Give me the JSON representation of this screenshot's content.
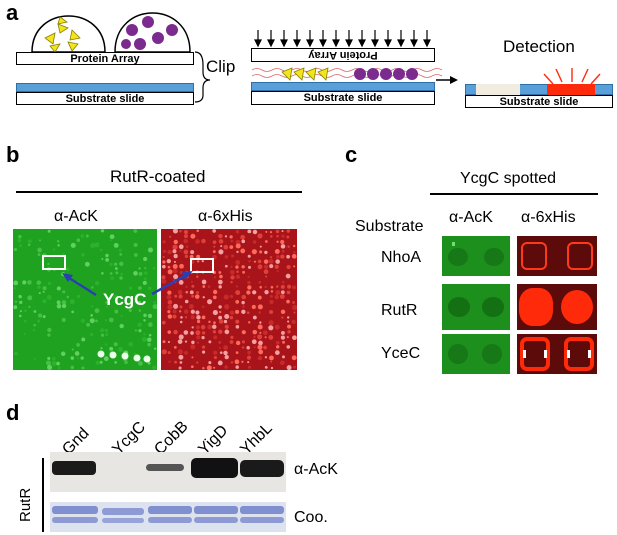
{
  "panel_labels": {
    "a": "a",
    "b": "b",
    "c": "c",
    "d": "d"
  },
  "panel_a": {
    "protein_array": "Protein Array",
    "substrate_slide": "Substrate slide",
    "clip": "Clip",
    "detection": "Detection",
    "colors": {
      "slide_blue": "#5aa0d8",
      "yellow": "#f2e51c",
      "purple": "#7b2a8e",
      "red": "#ff2a0a",
      "beige": "#f1ece0"
    }
  },
  "panel_b": {
    "title": "RutR-coated",
    "left_label": "α-AcK",
    "right_label": "α-6xHis",
    "callout": "YcgC",
    "colors": {
      "green": "#1fa21f",
      "red": "#b5171b",
      "arrow": "#2a3fb3"
    }
  },
  "panel_c": {
    "title": "YcgC spotted",
    "substrate_header": "Substrate",
    "col1": "α-AcK",
    "col2": "α-6xHis",
    "rows": [
      "NhoA",
      "RutR",
      "YceC"
    ]
  },
  "panel_d": {
    "lanes": [
      "Gnd",
      "YcgC",
      "CobB",
      "YigD",
      "YhbL"
    ],
    "side_label": "RutR",
    "row1_label": "α-AcK",
    "row2_label": "Coo.",
    "band_intensity": [
      0.9,
      0.0,
      0.45,
      0.95,
      0.9
    ]
  }
}
